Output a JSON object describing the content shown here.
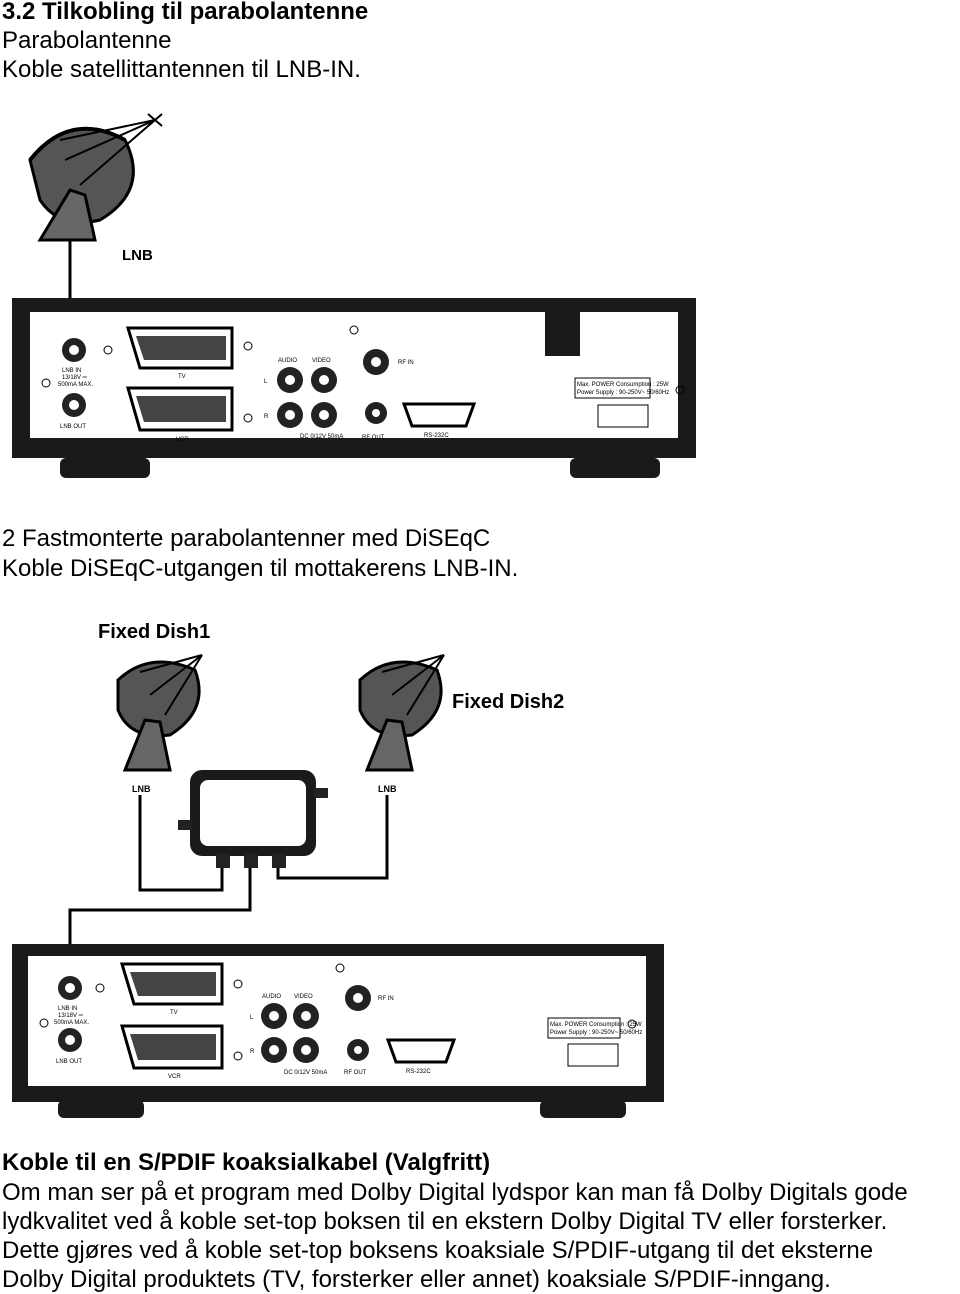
{
  "section1": {
    "heading": "3.2 Tilkobling til parabolantenne",
    "subheading": "Parabolantenne",
    "instruction": "Koble satellittantennen til LNB-IN."
  },
  "section2": {
    "heading": "2 Fastmonterte parabolantenner med DiSEqC",
    "instruction": "Koble DiSEqC-utgangen til mottakerens LNB-IN."
  },
  "section3": {
    "heading": "Koble til en S/PDIF koaksialkabel (Valgfritt)",
    "lines": [
      "Om man ser på et program med Dolby Digital lydspor kan man få Dolby Digitals gode",
      "lydkvalitet ved å koble set-top boksen til en ekstern Dolby Digital TV eller forsterker.",
      "Dette gjøres ved å koble set-top boksens koaksiale S/PDIF-utgang til det eksterne",
      "Dolby Digital produktets (TV, forsterker eller annet) koaksiale S/PDIF-inngang."
    ]
  },
  "figure1": {
    "lnb": "LNB",
    "panel": {
      "lnb_in": "LNB IN",
      "lnb_in_spec1": "13/18V ═",
      "lnb_in_spec2": "500mA MAX.",
      "lnb_out": "LNB OUT",
      "tv": "TV",
      "vcr": "VCR",
      "audio": "AUDIO",
      "video": "VIDEO",
      "l": "L",
      "r": "R",
      "rf_in": "RF IN",
      "rf_out": "RF OUT",
      "dc": "DC 0/12V 50mA",
      "rs232": "RS-232C",
      "power_label1": "Max. POWER Consumption : 25W",
      "power_label2": "Power Supply : 90-250V~ 50/60Hz"
    }
  },
  "figure2": {
    "fixed_dish1": "Fixed Dish1",
    "fixed_dish2": "Fixed Dish2",
    "lnb1": "LNB",
    "lnb2": "LNB",
    "panel": {
      "lnb_in": "LNB IN",
      "lnb_in_spec1": "13/18V ═",
      "lnb_in_spec2": "500mA MAX.",
      "lnb_out": "LNB OUT",
      "tv": "TV",
      "vcr": "VCR",
      "audio": "AUDIO",
      "video": "VIDEO",
      "l": "L",
      "r": "R",
      "rf_in": "RF IN",
      "rf_out": "RF OUT",
      "dc": "DC 0/12V 50mA",
      "rs232": "RS-232C",
      "power_label1": "Max. POWER Consumption : 25W",
      "power_label2": "Power Supply : 90-250V~ 50/60Hz"
    }
  }
}
